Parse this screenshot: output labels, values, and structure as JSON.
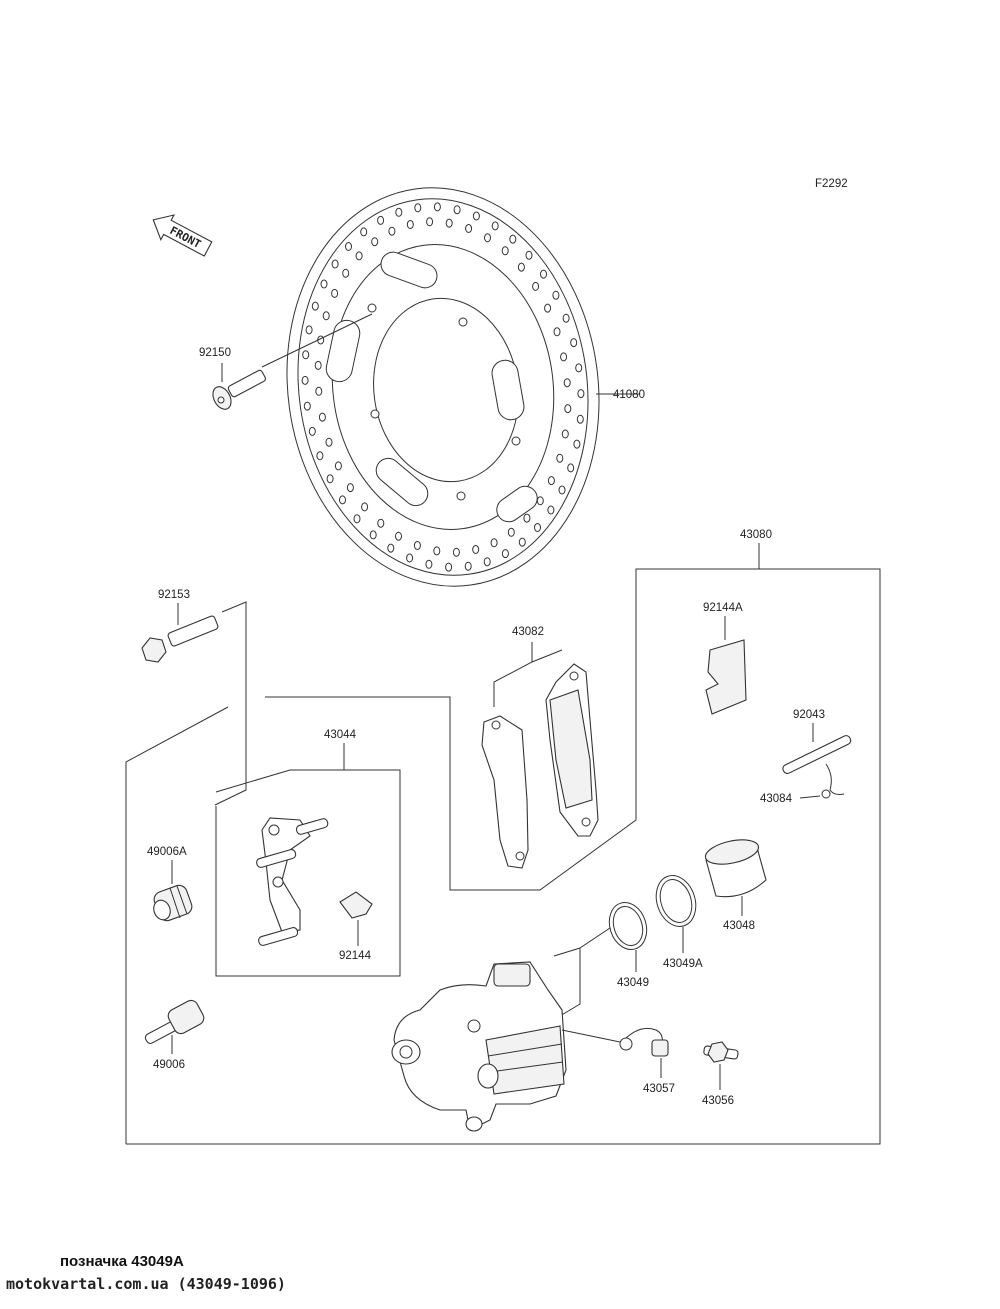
{
  "figure_code": "F2292",
  "front_label": "FRONT",
  "parts": {
    "p41080": "41080",
    "p92150": "92150",
    "p43080": "43080",
    "p92153": "92153",
    "p43082": "43082",
    "p92144A": "92144A",
    "p92043": "92043",
    "p43084": "43084",
    "p43044": "43044",
    "p49006A": "49006A",
    "p92144": "92144",
    "p43048": "43048",
    "p43049A": "43049A",
    "p43049": "43049",
    "p49006": "49006",
    "p43057": "43057",
    "p43056": "43056"
  },
  "caption": "позначка 43049A",
  "source": "motokvartal.com.ua (43049-1096)"
}
